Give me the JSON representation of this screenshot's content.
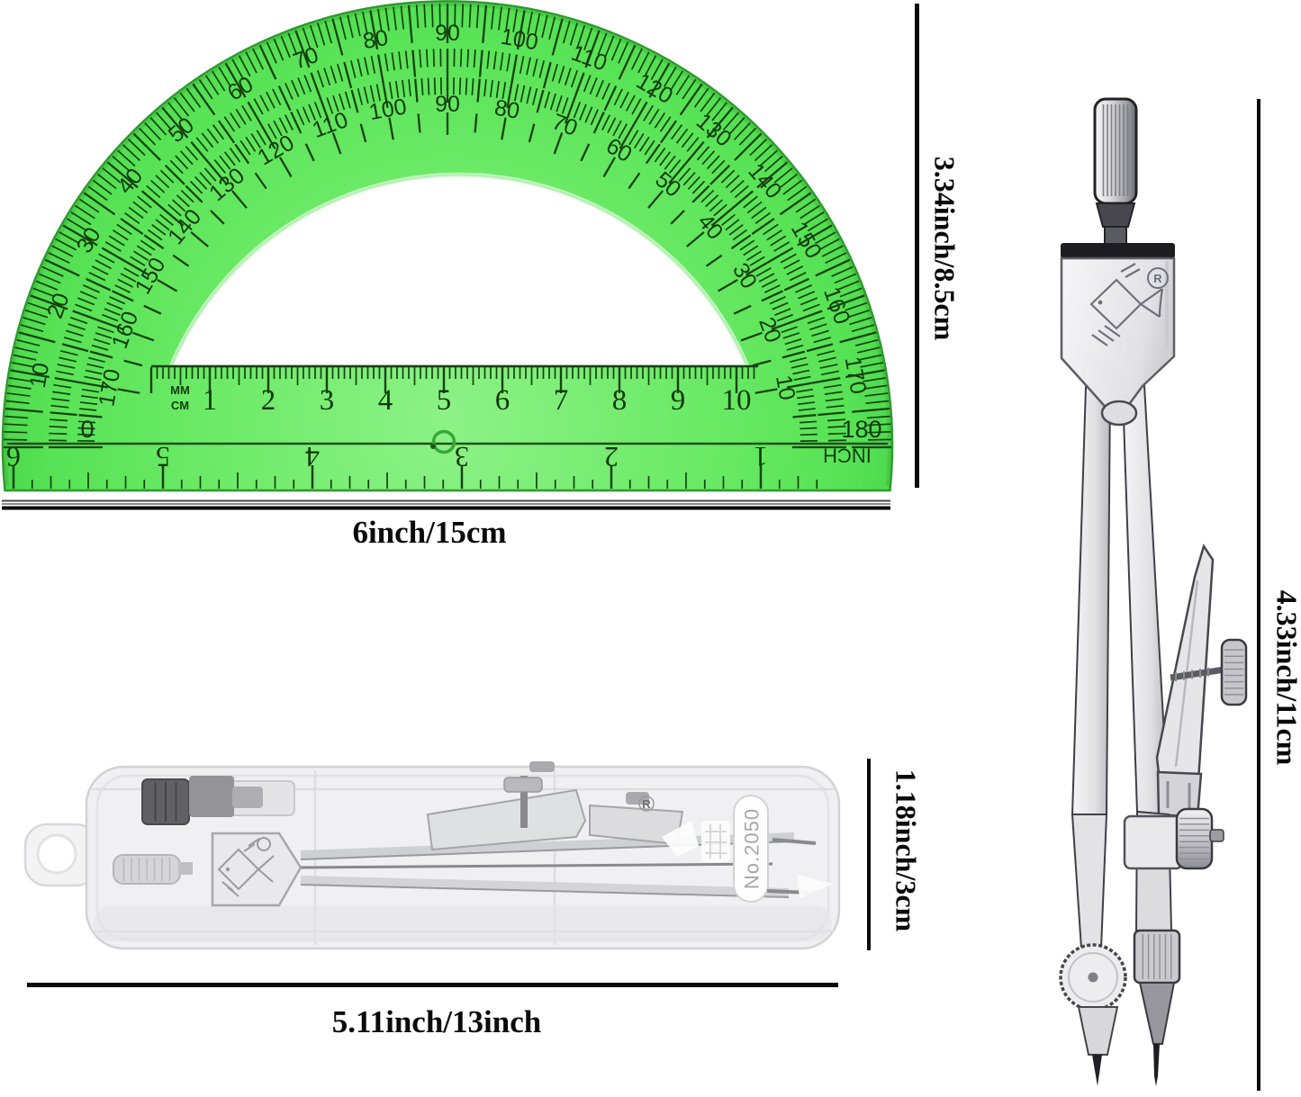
{
  "annotations": {
    "protractor_height": "3.34inch/8.5cm",
    "protractor_width": "6inch/15cm",
    "compass_height": "4.33inch/11cm",
    "case_height": "1.18inch/3cm",
    "case_width": "5.11inch/13inch"
  },
  "protractor": {
    "outer_scale_labels": [
      "10",
      "20",
      "30",
      "40",
      "50",
      "60",
      "70",
      "80",
      "90",
      "100",
      "110",
      "120",
      "130",
      "140",
      "150",
      "160",
      "170"
    ],
    "inner_scale_labels": [
      "170",
      "160",
      "150",
      "140",
      "130",
      "120",
      "110",
      "100",
      "90",
      "80",
      "70",
      "60",
      "50",
      "40",
      "30",
      "20",
      "10"
    ],
    "zero_label": "0",
    "end_label": "180",
    "cm_scale": {
      "unit_top": "MM",
      "unit_bottom": "CM",
      "numbers": [
        "1",
        "2",
        "3",
        "4",
        "5",
        "6",
        "7",
        "8",
        "9",
        "10"
      ]
    },
    "inch_scale": {
      "unit": "INCH",
      "numbers": [
        "6",
        "5",
        "4",
        "3",
        "2",
        "1"
      ]
    }
  },
  "compass": {
    "registered_mark": "R"
  },
  "compass_case": {
    "sticker_label": "No.2050"
  },
  "colors": {
    "protractor_green": "#5ce75a",
    "protractor_edge": "#2d9b2e",
    "tick": "#15430f",
    "annotation_black": "#0a0a0a",
    "metal_light": "#efeff1",
    "metal_dark": "#3a3a40"
  }
}
